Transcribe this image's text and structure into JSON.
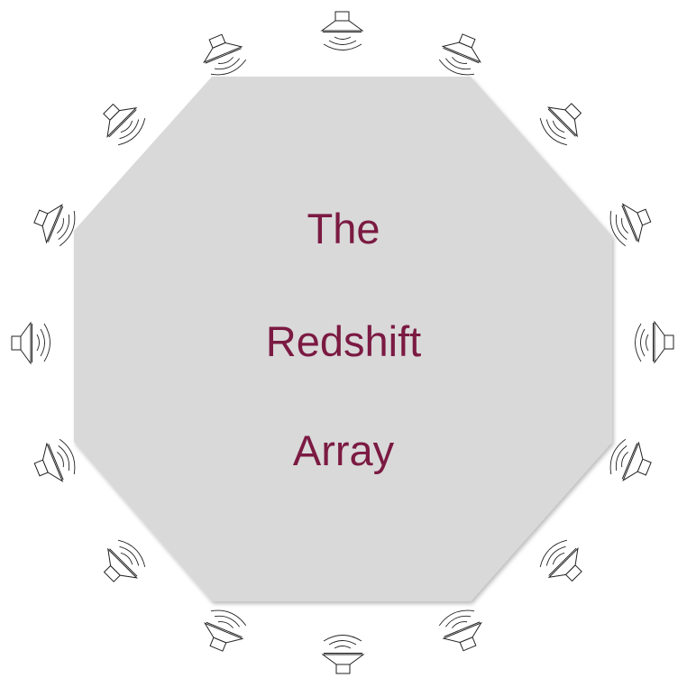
{
  "title_lines": [
    "The",
    "Redshift",
    "Array"
  ],
  "speaker_count": 16,
  "colors": {
    "octagon_fill": "#d9d9d9",
    "text": "#7b1a42",
    "speaker_stroke": "#222222"
  }
}
